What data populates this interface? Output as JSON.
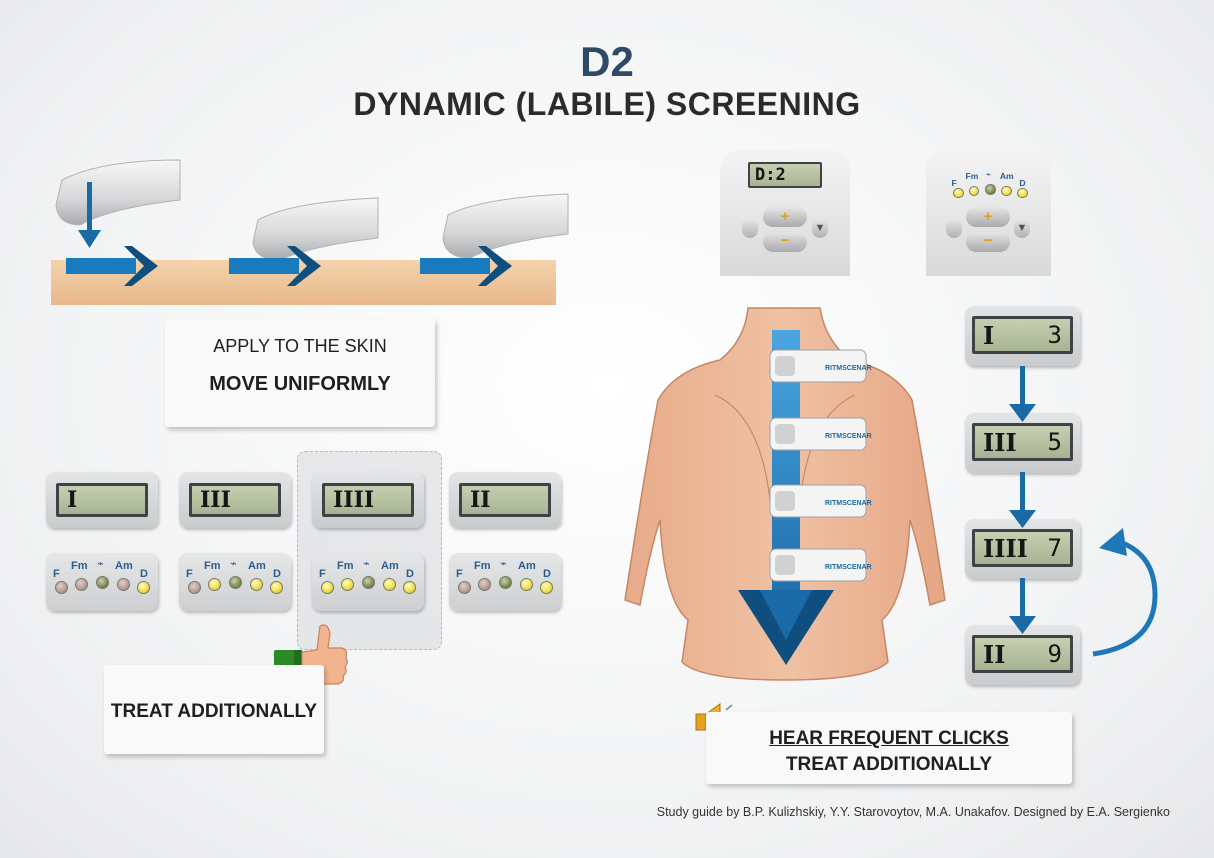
{
  "title": {
    "code": "D2",
    "main": "DYNAMIC (LABILE) SCREENING"
  },
  "instructions": {
    "line1": "APPLY TO THE SKIN",
    "line2": "MOVE UNIFORMLY"
  },
  "treat_box": {
    "label": "TREAT ADDITIONALLY"
  },
  "clicks_box": {
    "line1": "HEAR FREQUENT CLICKS",
    "line2": "TREAT ADDITIONALLY"
  },
  "device_displays": {
    "left": "D:2"
  },
  "device_brand": "RITMSCENAR",
  "led_labels": {
    "f": "F",
    "fm": "Fm",
    "wave": "⌁",
    "am": "Am",
    "d": "D"
  },
  "screen_sequence": [
    {
      "roman": "I",
      "led_states": [
        "off",
        "off",
        "mid",
        "off",
        "on"
      ]
    },
    {
      "roman": "III",
      "led_states": [
        "off",
        "on",
        "mid",
        "on",
        "on"
      ]
    },
    {
      "roman": "IIII",
      "led_states": [
        "on",
        "on",
        "mid",
        "on",
        "on"
      ]
    },
    {
      "roman": "II",
      "led_states": [
        "off",
        "off",
        "mid",
        "on",
        "on"
      ]
    }
  ],
  "ladder": [
    {
      "roman": "I",
      "value": "3"
    },
    {
      "roman": "III",
      "value": "5"
    },
    {
      "roman": "IIII",
      "value": "7"
    },
    {
      "roman": "II",
      "value": "9"
    }
  ],
  "credit": "Study guide by B.P. Kulizhskiy,  Y.Y. Starovoytov, M.A. Unakafov. Designed by E.A. Sergienko",
  "colors": {
    "accent_blue": "#1a6aa5",
    "dark_blue": "#0f4f7f",
    "skin": "#f0c9a0",
    "lcd": "#b8c3a3",
    "highlight_frame": "#b9b9b9"
  }
}
